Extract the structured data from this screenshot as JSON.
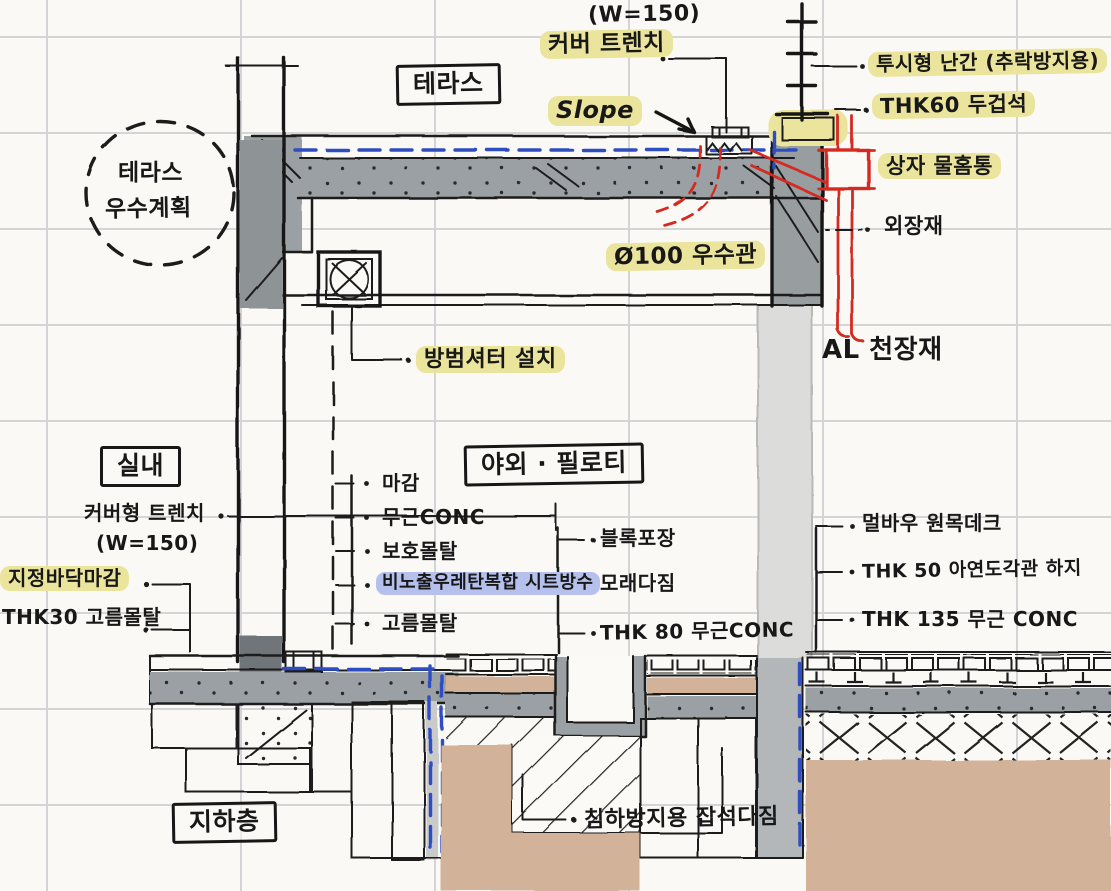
{
  "drawing_type": "hand-drawn architectural terrace / piloti section detail sketch",
  "colors": {
    "paper": "#faf9f5",
    "grid_line": "#d2d4d6",
    "ink": "#1c1c1c",
    "concrete_gray": "#9aa0a3",
    "light_column_gray": "#dcdcdb",
    "soil_tan": "#d3b29a",
    "highlight_yellow": "#ebe49c",
    "highlight_blue": "#b5c1ec",
    "waterproofing_blue": "#2f4ec2",
    "pipe_red": "#d42b20"
  },
  "annotations": {
    "width_note_top": "(W=150)",
    "cover_trench_top": "커버 트렌치",
    "terrace": "테라스",
    "slope": "Slope",
    "see_through_railing": "투시형 난간 (추락방지용)",
    "coping": "THK60 두겁석",
    "box_gutter": "상자 물홈통",
    "exterior_finish": "외장재",
    "rain_pipe": "Ø100 우수관",
    "terrace_drain_plan_1": "테라스",
    "terrace_drain_plan_2": "우수계획",
    "security_shutter": "방범셔터 설치",
    "al_ceiling": "AL 천장재",
    "indoor": "실내",
    "outdoor_piloti": "야외 · 필로티",
    "cover_trench_left": "커버형 트렌치",
    "width_note_left": "(W=150)",
    "designated_floor_finish": "지정바닥마감",
    "leveling_mortar_left": "THK30 고름몰탈",
    "finish": "마감",
    "plain_concrete": "무근CONC",
    "protective_mortar": "보호몰탈",
    "sheet_waterproofing": "비노출우레탄복합 시트방수",
    "leveling_mortar": "고름몰탈",
    "block_paving": "블록포장",
    "sand_compaction": "모래다짐",
    "thk80_plain_concrete": "THK 80 무근CONC",
    "merbau_deck": "멀바우 원목데크",
    "thk50_steel_base": "THK 50 아연도각관 하지",
    "thk135_plain_concrete": "THK 135 무근 CONC",
    "basement": "지하층",
    "settlement_rubble": "침하방지용 잡석다짐"
  }
}
